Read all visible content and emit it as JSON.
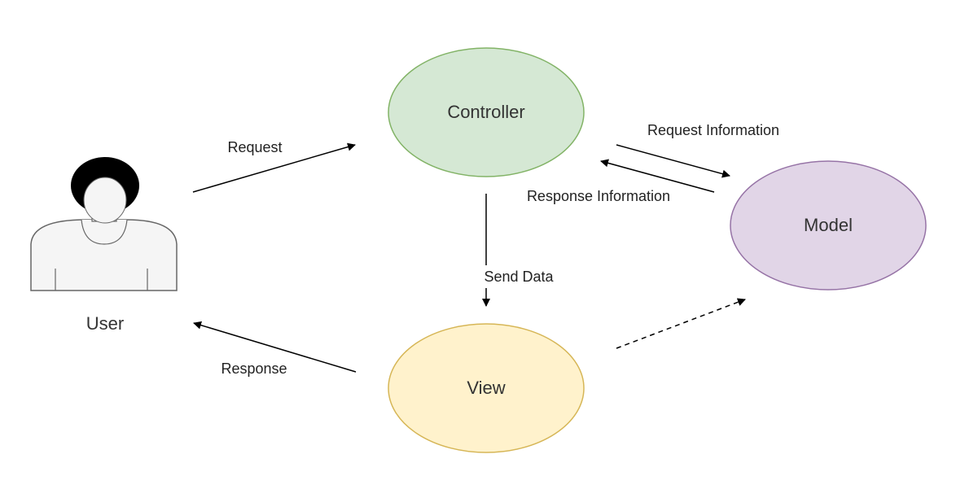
{
  "nodes": {
    "controller": {
      "label": "Controller",
      "fill": "#d5e8d4",
      "stroke": "#82b366"
    },
    "model": {
      "label": "Model",
      "fill": "#e1d5e7",
      "stroke": "#9673a6"
    },
    "view": {
      "label": "View",
      "fill": "#fff2cc",
      "stroke": "#d6b656"
    },
    "user": {
      "label": "User",
      "icon": "user-icon"
    }
  },
  "edges": {
    "request": "Request",
    "request_information": "Request Information",
    "response_information": "Response Information",
    "send_data": "Send Data",
    "response": "Response"
  }
}
